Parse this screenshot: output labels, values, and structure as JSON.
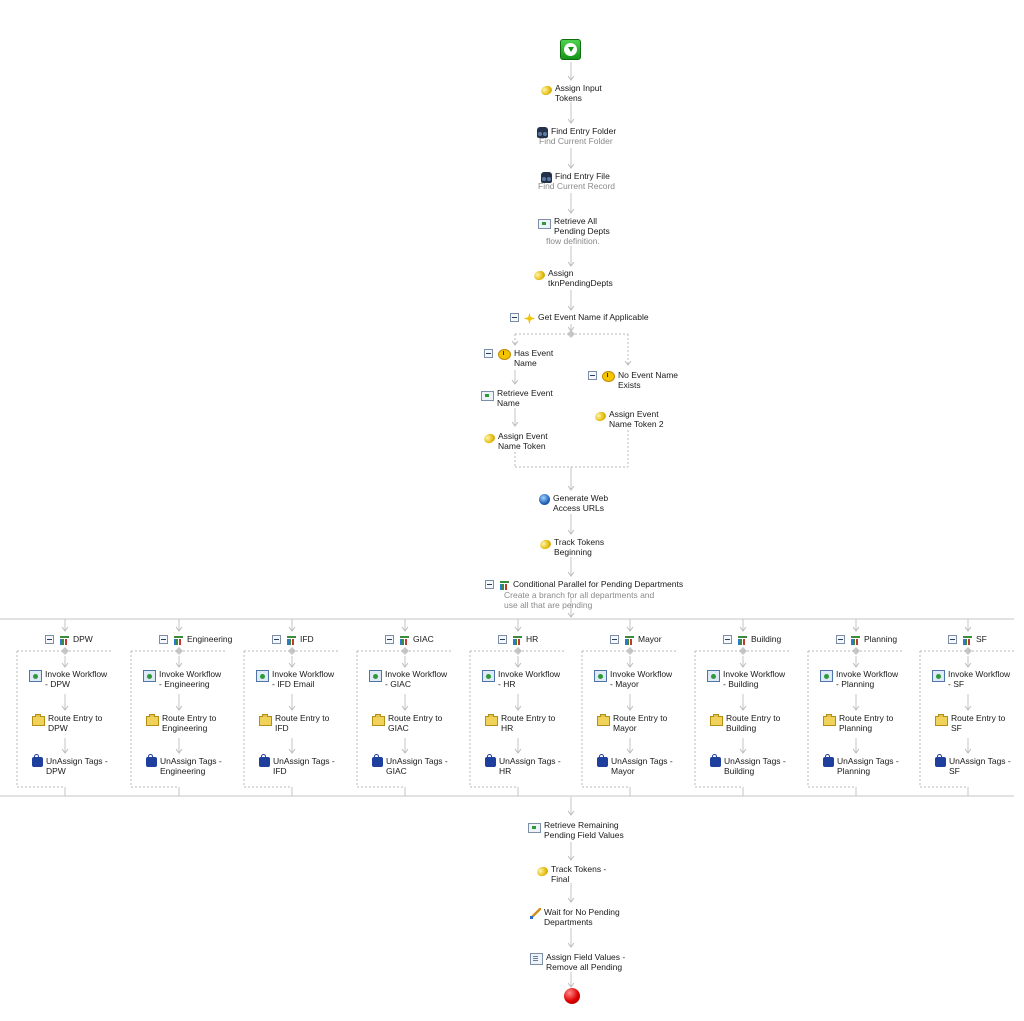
{
  "workflow": {
    "start_icon": "start-icon",
    "end_icon": "end-icon",
    "steps": [
      {
        "label": "Assign Input\nTokens",
        "icon": "token-icon"
      },
      {
        "label": "Find Entry Folder",
        "sub": "Find Current Folder",
        "icon": "binoculars-icon"
      },
      {
        "label": "Find Entry File",
        "sub": "Find Current Record",
        "icon": "binoculars-icon"
      },
      {
        "label": "Retrieve All\nPending Depts",
        "sub": "flow definition.",
        "icon": "retrieve-fields-icon"
      },
      {
        "label": "Assign\ntknPendingDepts",
        "icon": "token-icon"
      }
    ],
    "conditional": {
      "label": "Get Event Name if Applicable",
      "branches": [
        {
          "label": "Has Event\nName",
          "steps": [
            "Retrieve Event\nName",
            "Assign Event\nName Token"
          ]
        },
        {
          "label": "No Event Name\nExists",
          "steps": [
            "Assign Event\nName Token 2"
          ]
        }
      ]
    },
    "after_conditional": [
      {
        "label": "Generate Web\nAccess URLs",
        "icon": "web-icon"
      },
      {
        "label": "Track Tokens\nBeginning",
        "icon": "token-icon"
      }
    ],
    "parallel": {
      "label": "Conditional Parallel for Pending Departments",
      "sub": "Create a branch for all departments and\nuse all that are pending",
      "branches": [
        {
          "name": "DPW",
          "invoke": "Invoke Workflow\n- DPW",
          "route": "Route Entry to\nDPW",
          "unassign": "UnAssign Tags -\nDPW"
        },
        {
          "name": "Engineering",
          "invoke": "Invoke Workflow\n- Engineering",
          "route": "Route Entry to\nEngineering",
          "unassign": "UnAssign Tags -\nEngineering"
        },
        {
          "name": "IFD",
          "invoke": "Invoke Workflow\n- IFD Email",
          "route": "Route Entry to\nIFD",
          "unassign": "UnAssign Tags -\nIFD"
        },
        {
          "name": "GIAC",
          "invoke": "Invoke Workflow\n- GIAC",
          "route": "Route Entry to\nGIAC",
          "unassign": "UnAssign Tags -\nGIAC"
        },
        {
          "name": "HR",
          "invoke": "Invoke Workflow\n- HR",
          "route": "Route Entry to\nHR",
          "unassign": "UnAssign Tags -\nHR"
        },
        {
          "name": "Mayor",
          "invoke": "Invoke Workflow\n- Mayor",
          "route": "Route Entry to\nMayor",
          "unassign": "UnAssign Tags -\nMayor"
        },
        {
          "name": "Building",
          "invoke": "Invoke Workflow\n- Building",
          "route": "Route Entry to\nBuilding",
          "unassign": "UnAssign Tags -\nBuilding"
        },
        {
          "name": "Planning",
          "invoke": "Invoke Workflow\n- Planning",
          "route": "Route Entry to\nPlanning",
          "unassign": "UnAssign Tags -\nPlanning"
        },
        {
          "name": "SF",
          "invoke": "Invoke Workflow\n- SF",
          "route": "Route Entry to\nSF",
          "unassign": "UnAssign Tags -\nSF"
        }
      ]
    },
    "final_steps": [
      {
        "label": "Retrieve Remaining\nPending Field Values",
        "icon": "retrieve-fields-icon"
      },
      {
        "label": "Track Tokens -\nFinal",
        "icon": "token-icon"
      },
      {
        "label": "Wait for No Pending\nDepartments",
        "icon": "wait-icon"
      },
      {
        "label": "Assign Field Values -\nRemove all Pending",
        "icon": "assign-fields-icon"
      }
    ]
  }
}
